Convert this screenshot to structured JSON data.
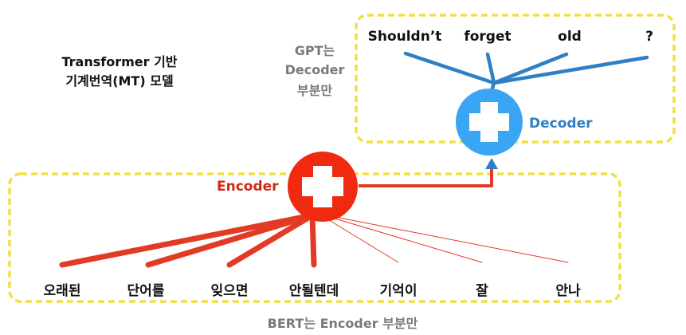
{
  "title_lines": [
    "Transformer 기반",
    "기계번역(MT) 모델"
  ],
  "gpt_note_lines": [
    "GPT는",
    "Decoder",
    "부분만"
  ],
  "output_tokens": [
    "Shouldn’t",
    "forget",
    "old",
    "?"
  ],
  "input_tokens": [
    "오래된",
    "단어를",
    "잊으면",
    "안될텐데",
    "기억이",
    "잘",
    "안나"
  ],
  "encoder": {
    "label": "Encoder",
    "color": "#ef2a10"
  },
  "decoder": {
    "label": "Decoder",
    "color": "#3aa5f5"
  },
  "edge_colors": {
    "encoder": "#e23a25",
    "decoder": "#2f7fc4",
    "box": "#f2df45"
  },
  "bert_caption": "BERT는 Encoder 부분만"
}
